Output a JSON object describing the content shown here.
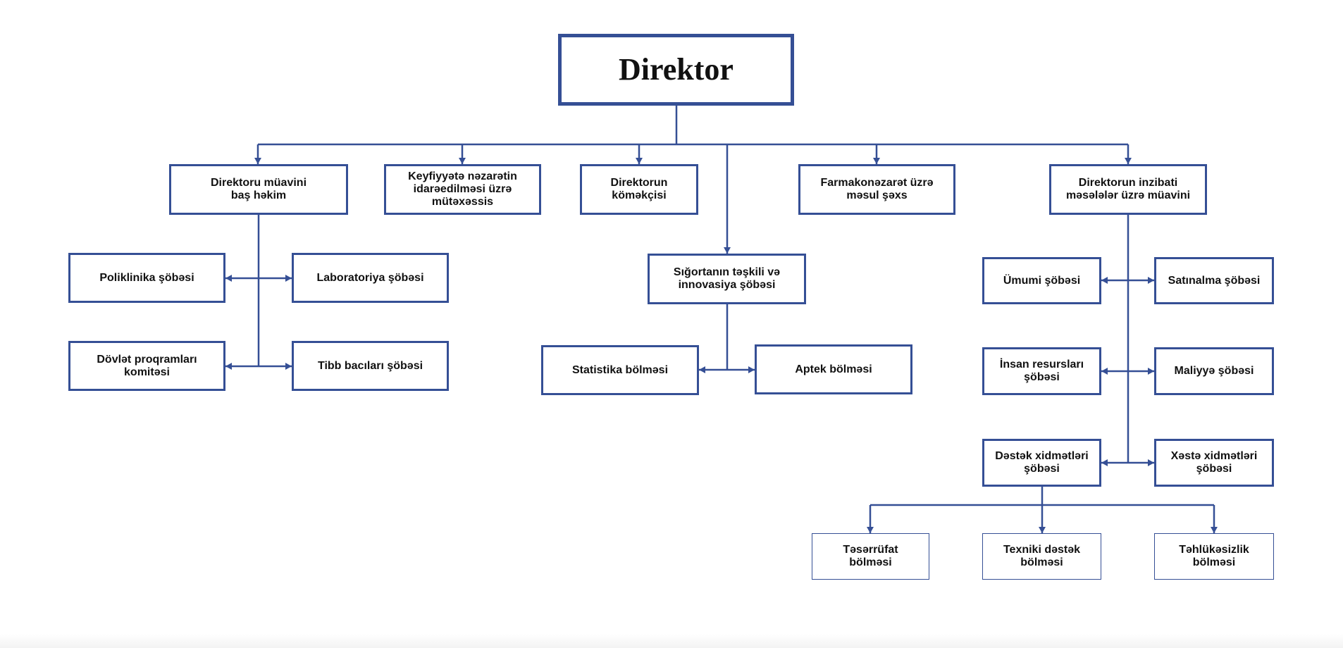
{
  "colors": {
    "line": "#354f95",
    "text": "#111111",
    "background": "#ffffff"
  },
  "nodes": {
    "director": "Direktor",
    "deputy_chief_physician": "Direktoru müavini\nbaş həkim",
    "quality_specialist": "Keyfiyyətə nəzarətin\nidarəedilməsi üzrə\nmütəxəssis",
    "assistant": "Direktorun\nköməkçisi",
    "insurance_innovation": "Sığortanın təşkili və\ninnovasiya şöbəsi",
    "pharmacovigilance": "Farmakonəzarət üzrə\nməsul şəxs",
    "admin_deputy": "Direktorun inzibati\nməsələlər üzrə müavini",
    "polyclinic": "Poliklinika şöbəsi",
    "laboratory": "Laboratoriya şöbəsi",
    "state_programs": "Dövlət proqramları\nkomitəsi",
    "nursing": "Tibb bacıları şöbəsi",
    "statistics": "Statistika bölməsi",
    "pharmacy": "Aptek bölməsi",
    "general": "Ümumi şöbəsi",
    "procurement": "Satınalma şöbəsi",
    "hr": "İnsan resursları\nşöbəsi",
    "finance": "Maliyyə şöbəsi",
    "support_services": "Dəstək xidmətləri\nşöbəsi",
    "patient_services": "Xəstə xidmətləri\nşöbəsi",
    "household": "Təsərrüfat\nbölməsi",
    "tech_support": "Texniki dəstək\nbölməsi",
    "security": "Təhlükəsizlik\nbölməsi"
  }
}
